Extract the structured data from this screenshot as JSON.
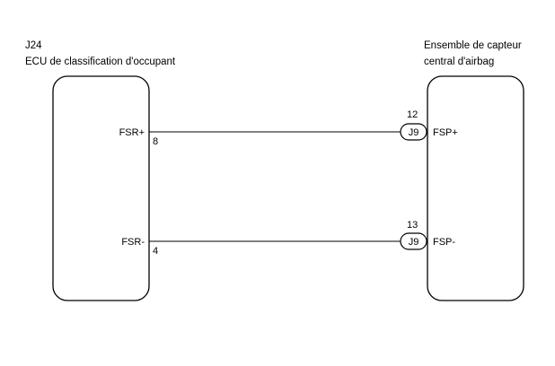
{
  "left_component": {
    "code": "J24",
    "name": "ECU de classification d'occupant",
    "pins": [
      {
        "terminal": "FSR+",
        "number": "8"
      },
      {
        "terminal": "FSR-",
        "number": "4"
      }
    ]
  },
  "right_component": {
    "name_line1": "Ensemble de capteur",
    "name_line2": "central d'airbag",
    "pins": [
      {
        "terminal": "FSP+",
        "number": "12",
        "connector": "J9"
      },
      {
        "terminal": "FSP-",
        "number": "13",
        "connector": "J9"
      }
    ]
  },
  "colors": {
    "line": "#000000",
    "background": "#ffffff"
  }
}
